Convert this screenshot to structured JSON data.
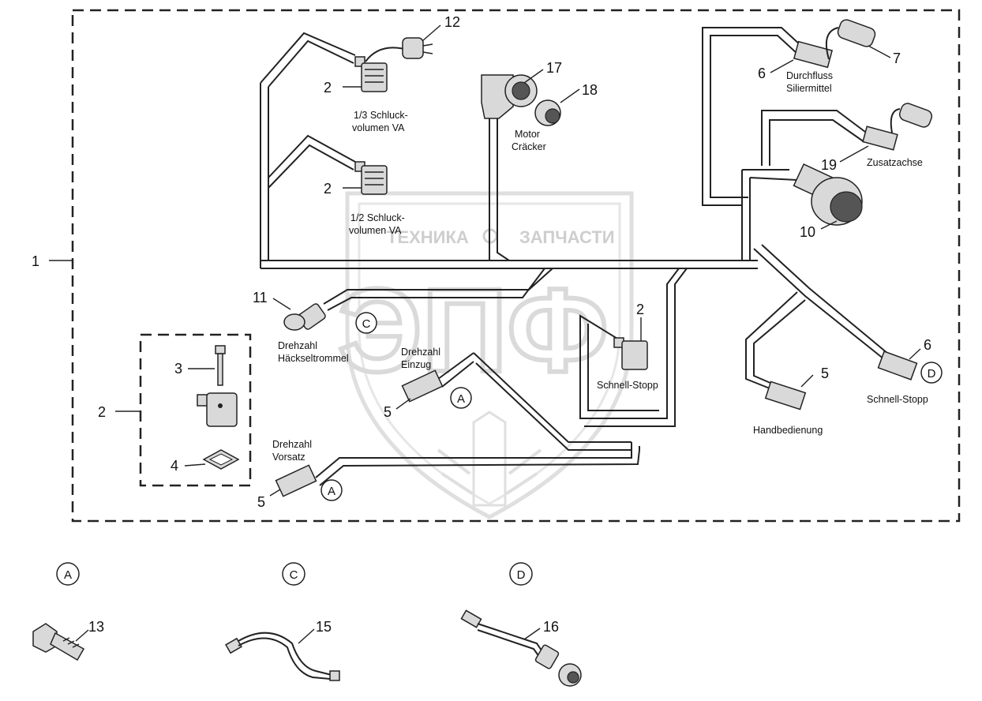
{
  "callouts": {
    "c1": "1",
    "c2a": "2",
    "c2b": "2",
    "c2c": "2",
    "c2d": "2",
    "c3": "3",
    "c4": "4",
    "c5a": "5",
    "c5b": "5",
    "c5c": "5",
    "c6a": "6",
    "c6b": "6",
    "c7": "7",
    "c10": "10",
    "c11": "11",
    "c12": "12",
    "c13": "13",
    "c15": "15",
    "c16": "16",
    "c17": "17",
    "c18": "18",
    "c19": "19"
  },
  "labels": {
    "schluck13_l1": "1/3 Schluck-",
    "schluck13_l2": "volumen VA",
    "schluck12_l1": "1/2 Schluck-",
    "schluck12_l2": "volumen VA",
    "motor_l1": "Motor",
    "motor_l2": "Cräcker",
    "durchfluss_l1": "Durchfluss",
    "durchfluss_l2": "Siliermittel",
    "zusatzachse": "Zusatzachse",
    "drehzahl_h_l1": "Drehzahl",
    "drehzahl_h_l2": "Häckseltrommel",
    "drehzahl_e_l1": "Drehzahl",
    "drehzahl_e_l2": "Einzug",
    "schnellstopp_mid": "Schnell-Stopp",
    "schnellstopp_right": "Schnell-Stopp",
    "handbedienung": "Handbedienung",
    "drehzahl_v_l1": "Drehzahl",
    "drehzahl_v_l2": "Vorsatz"
  },
  "markers": {
    "m_c_main": "C",
    "m_a_einzug": "A",
    "m_a_vorsatz": "A",
    "m_d_right": "D",
    "m_a_detail": "A",
    "m_c_detail": "C",
    "m_d_detail": "D"
  },
  "watermark": {
    "left": "ТЕХНИКА",
    "right": "ЗАПЧАСТИ",
    "big": "ЭПФ"
  }
}
